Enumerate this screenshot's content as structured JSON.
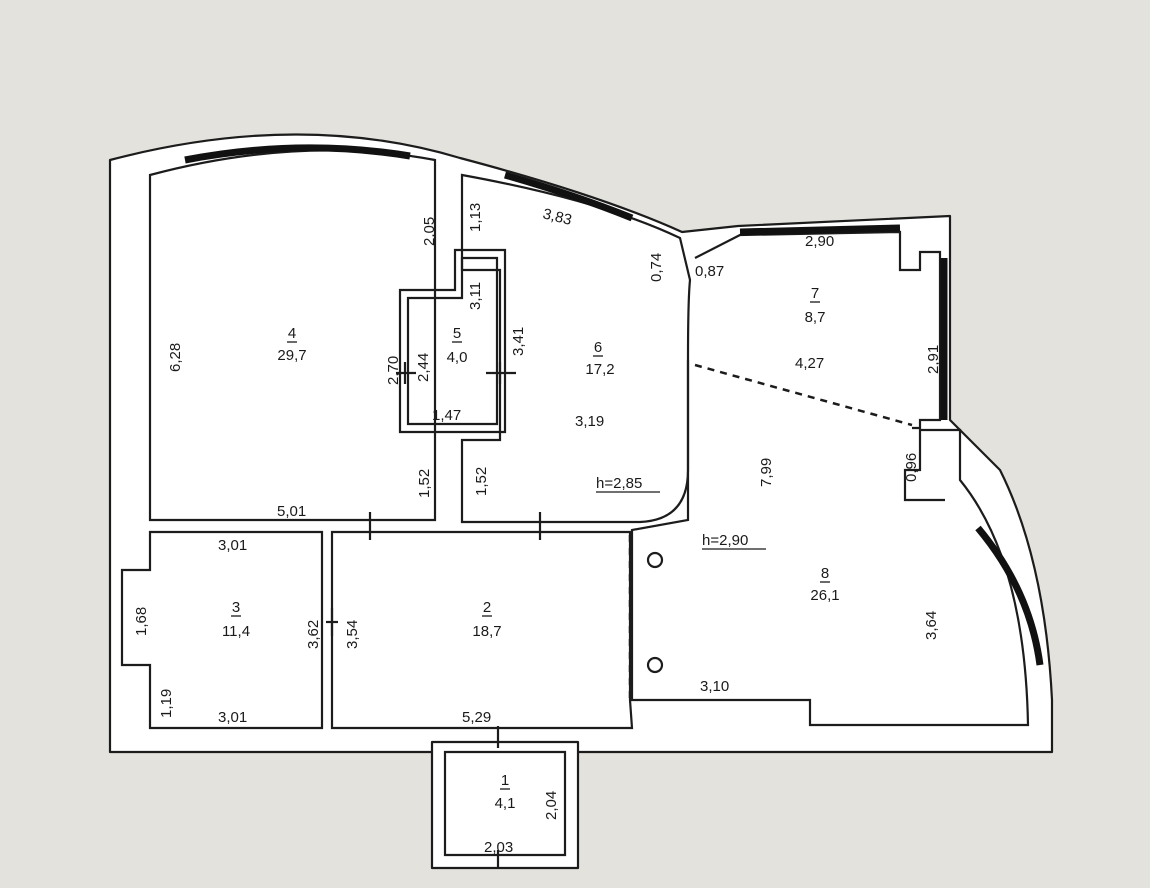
{
  "rooms": [
    {
      "number": "1",
      "area": "4,1"
    },
    {
      "number": "2",
      "area": "18,7"
    },
    {
      "number": "3",
      "area": "11,4"
    },
    {
      "number": "4",
      "area": "29,7"
    },
    {
      "number": "5",
      "area": "4,0"
    },
    {
      "number": "6",
      "area": "17,2"
    },
    {
      "number": "7",
      "area": "8,7"
    },
    {
      "number": "8",
      "area": "26,1"
    }
  ],
  "heights": [
    "h=2,85",
    "h=2,90"
  ],
  "dims": {
    "r4_top": "2,05",
    "r4_left": "6,28",
    "r4_side": "2,70",
    "r4_lower": "1,52",
    "r4_bottom": "5,01",
    "r5_top": "3,11",
    "r5_left": "2,44",
    "r5_right": "3,41",
    "r5_bottom": "1,47",
    "r6_top_left": "1,13",
    "r6_arc": "3,83",
    "r6_right": "0,74",
    "r6_mid": "3,19",
    "r6_lower": "1,52",
    "r7_left": "0,87",
    "r7_top": "2,90",
    "r7_right": "2,91",
    "r7_mid": "4,27",
    "r8_left": "7,99",
    "r8_notch": "0,96",
    "r8_right": "3,64",
    "r8_bottom": "3,10",
    "r3_top": "3,01",
    "r3_left": "1,68",
    "r3_left_low": "1,19",
    "r3_bottom": "3,01",
    "r3_right": "3,62",
    "r2_left": "3,54",
    "r2_bottom": "5,29",
    "r1_right": "2,04",
    "r1_bottom": "2,03"
  }
}
